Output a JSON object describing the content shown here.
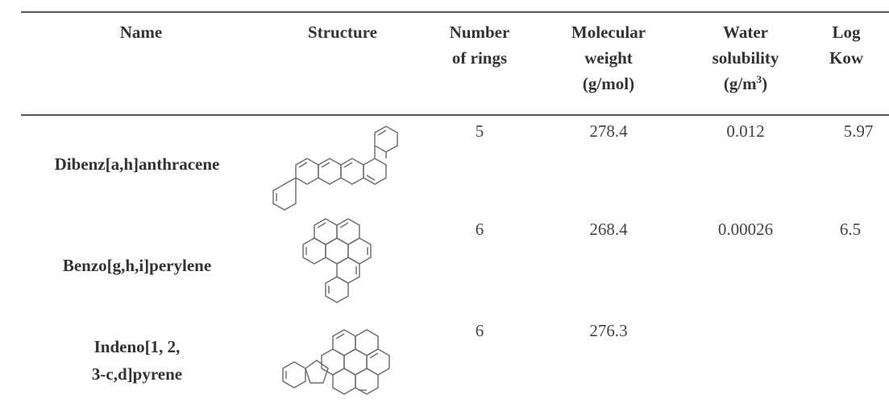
{
  "table": {
    "headers": {
      "name": [
        "Name"
      ],
      "structure": [
        "Structure"
      ],
      "rings": [
        "Number",
        "of rings"
      ],
      "mw": [
        "Molecular",
        "weight",
        "(g/mol)"
      ],
      "solubility": [
        "Water",
        "solubility",
        "(g/m",
        "3",
        ")"
      ],
      "logkow": [
        "Log",
        "Kow"
      ]
    },
    "rows": [
      {
        "name": [
          "Dibenz[a,h]anthracene"
        ],
        "structure_icon": "dibenz-ah-anthracene-structure",
        "rings": "5",
        "mw": "278.4",
        "solubility": "0.012",
        "logkow": "5.97"
      },
      {
        "name": [
          "Benzo[g,h,i]perylene"
        ],
        "structure_icon": "benzo-ghi-perylene-structure",
        "rings": "6",
        "mw": "268.4",
        "solubility": "0.00026",
        "logkow": "6.5"
      },
      {
        "name": [
          "Indeno[1, 2,",
          "3-c,d]pyrene"
        ],
        "structure_icon": "indeno-123cd-pyrene-structure",
        "rings": "6",
        "mw": "276.3",
        "solubility": "",
        "logkow": ""
      }
    ]
  }
}
